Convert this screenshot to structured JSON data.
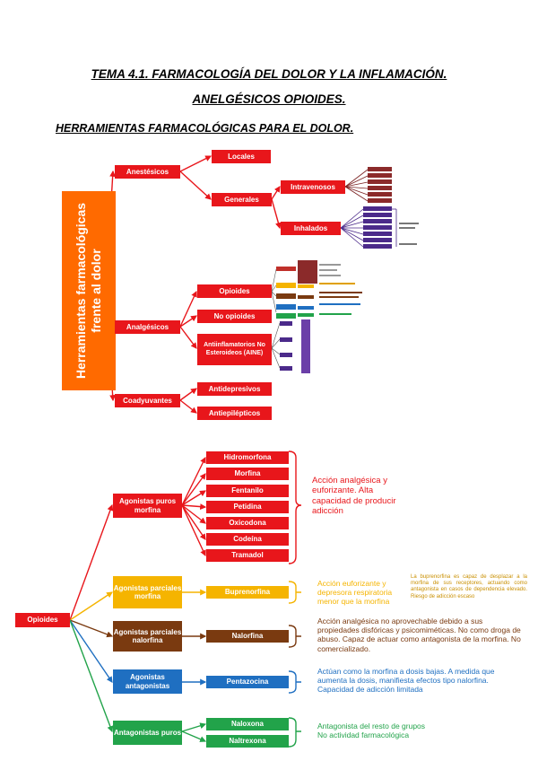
{
  "header": {
    "title_line1": "TEMA 4.1. FARMACOLOGÍA DEL DOLOR Y LA INFLAMACIÓN.",
    "title_line2": "ANELGÉSICOS OPIOIDES.",
    "section_title": "HERRAMIENTAS FARMACOLÓGICAS PARA EL DOLOR."
  },
  "tree1": {
    "root": "Herramientas farmacológicas frente al dolor",
    "anestesicos": "Anestésicos",
    "locales": "Locales",
    "generales": "Generales",
    "intravenosos": "Intravenosos",
    "inhalados": "Inhalados",
    "analgesicos": "Analgésicos",
    "opioides": "Opioides",
    "no_opioides": "No opioides",
    "aine": "Antiinflamatorios No Esteroideos (AINE)",
    "coadyuvantes": "Coadyuvantes",
    "antidepresivos": "Antidepresivos",
    "antiepilepticos": "Antiepilépticos"
  },
  "tree2": {
    "root": "Opioides",
    "groups": [
      {
        "name": "Agonistas puros morfina",
        "items": [
          "Hidromorfona",
          "Morfina",
          "Fentanilo",
          "Petidina",
          "Oxicodona",
          "Codeína",
          "Tramadol"
        ],
        "note": "Acción analgésica y euforizante. Alta capacidad de producir adicción",
        "color": "#e8161b"
      },
      {
        "name": "Agonistas parciales morfina",
        "items": [
          "Buprenorfina"
        ],
        "note": "Acción euforizante y depresora respiratoria menor que la morfina",
        "note2": "La buprenorfina es capaz de desplazar a la morfina de sus receptores, actuando como antagonista en casos de dependencia elevado. Riesgo de adicción escaso",
        "color": "#f5b400"
      },
      {
        "name": "Agonistas parciales nalorfina",
        "items": [
          "Nalorfina"
        ],
        "note": "Acción analgésica no aprovechable debido a sus propiedades disfóricas y psicomiméticas. No como droga de abuso. Capaz de actuar como antagonista de la morfina. No comercializado.",
        "color": "#7a3a10"
      },
      {
        "name": "Agonistas antagonistas",
        "items": [
          "Pentazocina"
        ],
        "note": "Actúan como la morfina a dosis bajas. A medida que aumenta la dosis, manifiesta efectos tipo nalorfina. Capacidad de adicción limitada",
        "color": "#1f6fc1"
      },
      {
        "name": "Antagonistas puros",
        "items": [
          "Naloxona",
          "Naltrexona"
        ],
        "note": "Antagonista del resto de grupos\nNo actividad farmacológica",
        "color": "#22a34a"
      }
    ]
  }
}
